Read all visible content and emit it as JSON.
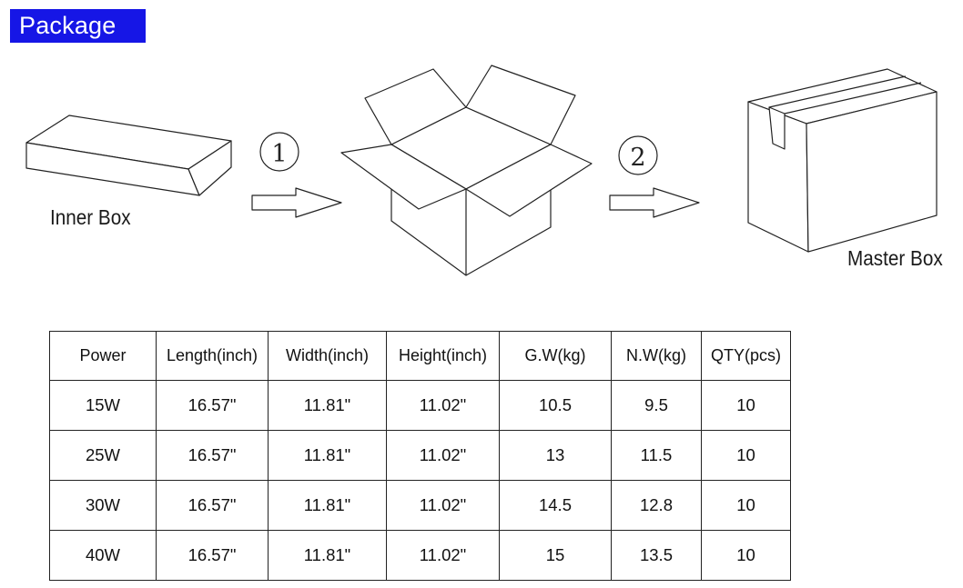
{
  "header": {
    "title": "Package"
  },
  "diagram": {
    "step1": "1",
    "step2": "2",
    "inner_box_label": "Inner Box",
    "master_box_label": "Master Box"
  },
  "table": {
    "headers": [
      "Power",
      "Length(inch)",
      "Width(inch)",
      "Height(inch)",
      "G.W(kg)",
      "N.W(kg)",
      "QTY(pcs)"
    ],
    "rows": [
      [
        "15W",
        "16.57\"",
        "11.81\"",
        "11.02\"",
        "10.5",
        "9.5",
        "10"
      ],
      [
        "25W",
        "16.57\"",
        "11.81\"",
        "11.02\"",
        "13",
        "11.5",
        "10"
      ],
      [
        "30W",
        "16.57\"",
        "11.81\"",
        "11.02\"",
        "14.5",
        "12.8",
        "10"
      ],
      [
        "40W",
        "16.57\"",
        "11.81\"",
        "11.02\"",
        "15",
        "13.5",
        "10"
      ]
    ]
  }
}
